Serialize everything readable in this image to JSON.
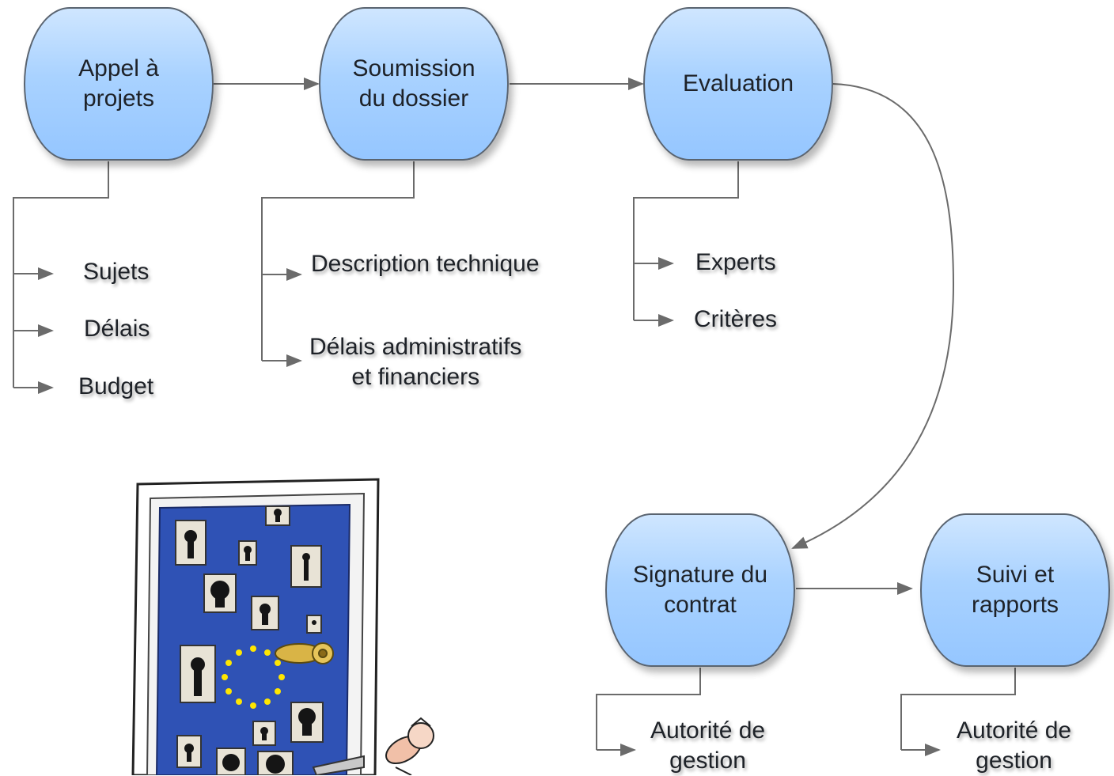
{
  "nodes": {
    "appel": "Appel à\nprojets",
    "soumission": "Soumission\ndu dossier",
    "evaluation": "Evaluation",
    "signature": "Signature du\ncontrat",
    "suivi": "Suivi et\nrapports"
  },
  "items": {
    "sujets": "Sujets",
    "delais": "Délais",
    "budget": "Budget",
    "description": "Description technique",
    "delais_admin": "Délais administratifs\net financiers",
    "experts": "Experts",
    "criteres": "Critères",
    "autorite_signature": "Autorité de\ngestion",
    "autorite_suivi": "Autorité de\ngestion"
  },
  "colors": {
    "node_fill": "#a9d2ff",
    "node_border": "#5a6470",
    "connector": "#6b6b6b",
    "door_panel": "#2f52b5",
    "eu_star": "#ffe600"
  },
  "icons": {
    "illustration": "eu-door-cartoon"
  }
}
